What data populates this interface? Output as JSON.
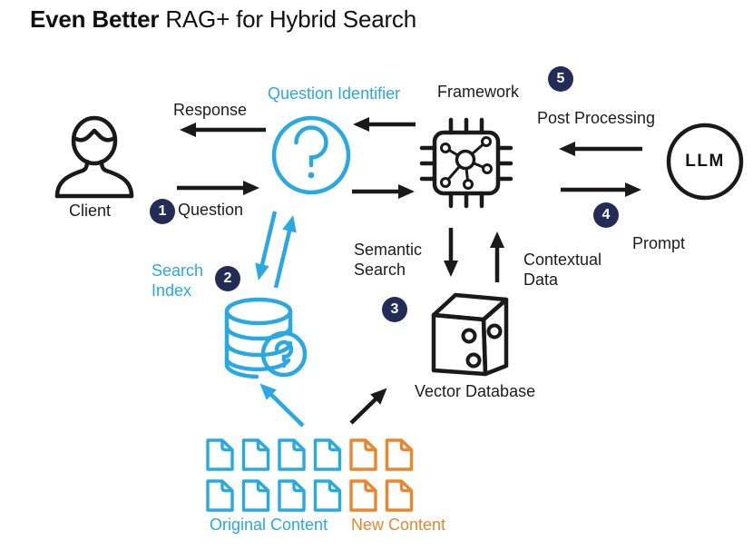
{
  "title": {
    "bold": "Even Better",
    "rest": " RAG+ for Hybrid Search"
  },
  "colors": {
    "blue": "#29A9E0",
    "orange": "#E8872F",
    "navy": "#222C56",
    "black": "#1A1A1A"
  },
  "nodes": {
    "client": {
      "label": "Client"
    },
    "question_identifier": {
      "label": "Question Identifier"
    },
    "framework": {
      "label": "Framework"
    },
    "llm": {
      "label": "LLM"
    },
    "search_index": {
      "label": "Search Index"
    },
    "vector_database": {
      "label": "Vector Database"
    }
  },
  "flows": {
    "response": "Response",
    "question": "Question",
    "post_processing": "Post Processing",
    "prompt": "Prompt",
    "semantic_search": "Semantic Search",
    "contextual_data": "Contextual Data"
  },
  "step_badges": [
    "1",
    "2",
    "3",
    "4",
    "5"
  ],
  "content": {
    "original": {
      "label": "Original Content",
      "count": 8
    },
    "new": {
      "label": "New Content",
      "count": 4
    }
  }
}
